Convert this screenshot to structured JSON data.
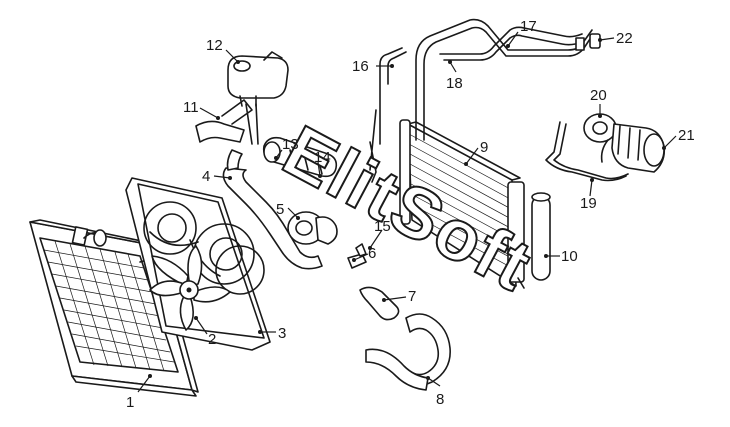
{
  "watermark": "ElitSoft",
  "callouts": [
    {
      "id": "c1",
      "text": "1"
    },
    {
      "id": "c2",
      "text": "2"
    },
    {
      "id": "c3",
      "text": "3"
    },
    {
      "id": "c4",
      "text": "4"
    },
    {
      "id": "c5",
      "text": "5"
    },
    {
      "id": "c6",
      "text": "6"
    },
    {
      "id": "c7",
      "text": "7"
    },
    {
      "id": "c8",
      "text": "8"
    },
    {
      "id": "c9",
      "text": "9"
    },
    {
      "id": "c10",
      "text": "10"
    },
    {
      "id": "c11",
      "text": "11"
    },
    {
      "id": "c12",
      "text": "12"
    },
    {
      "id": "c13",
      "text": "13"
    },
    {
      "id": "c14",
      "text": "14"
    },
    {
      "id": "c15",
      "text": "15"
    },
    {
      "id": "c16",
      "text": "16"
    },
    {
      "id": "c17",
      "text": "17"
    },
    {
      "id": "c18",
      "text": "18"
    },
    {
      "id": "c19",
      "text": "19"
    },
    {
      "id": "c20",
      "text": "20"
    },
    {
      "id": "c21",
      "text": "21"
    },
    {
      "id": "c22",
      "text": "22"
    }
  ]
}
